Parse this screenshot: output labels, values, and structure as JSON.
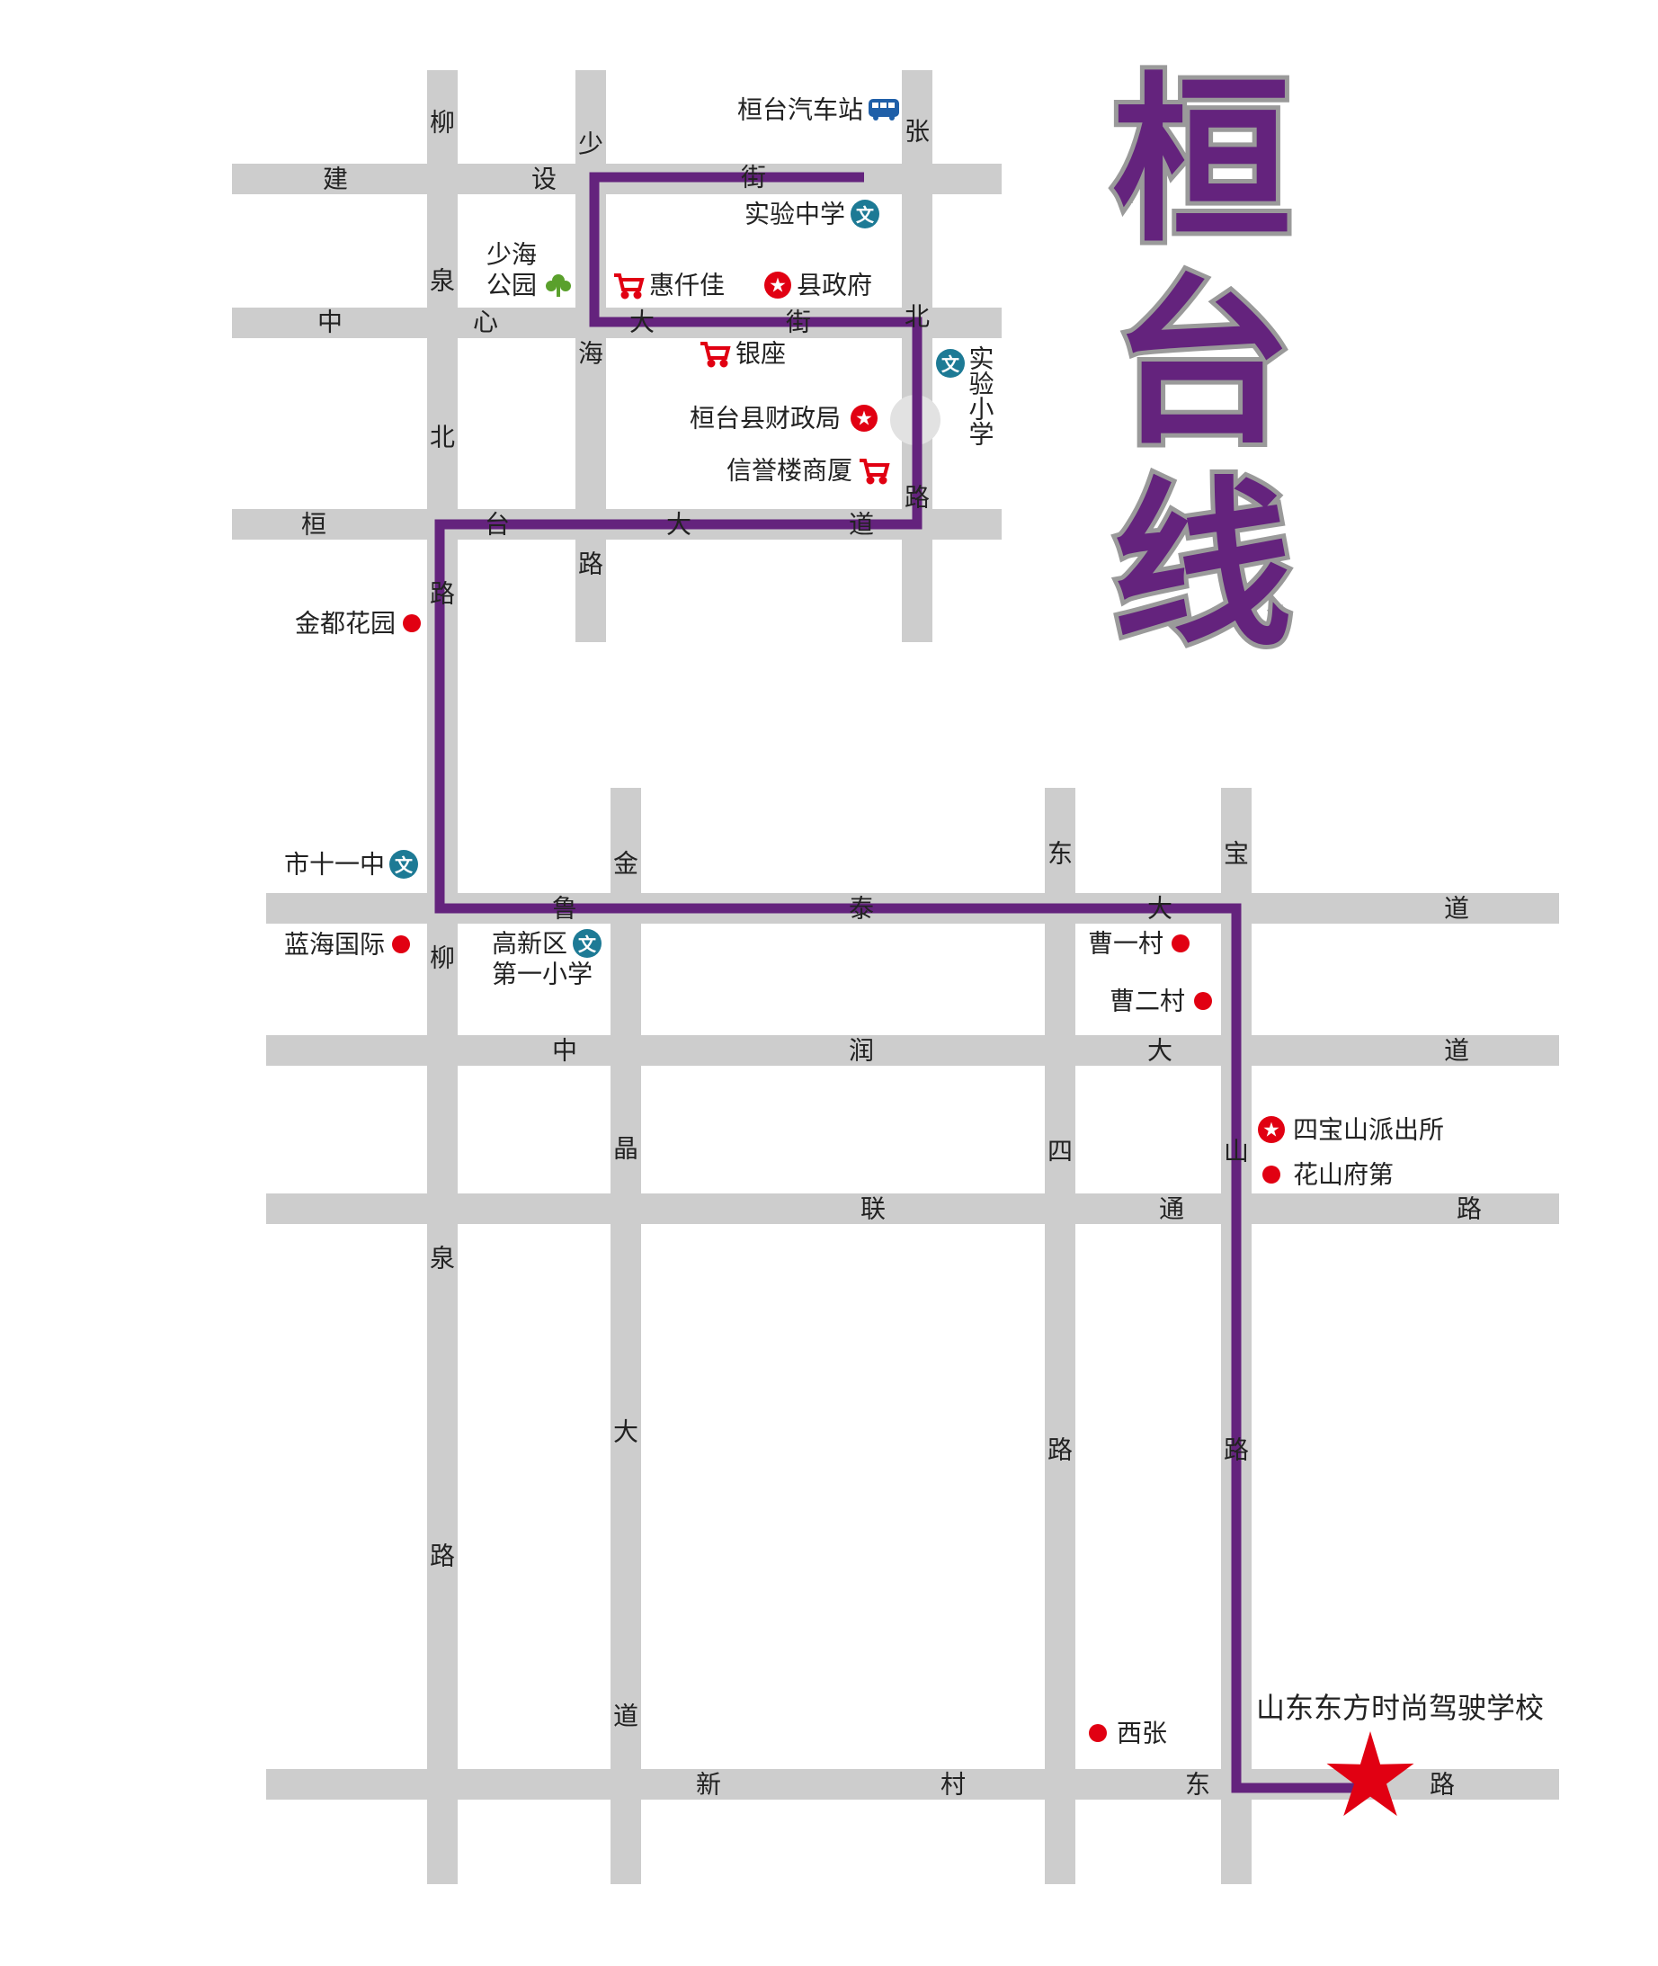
{
  "title_chars": [
    "桓",
    "台",
    "线"
  ],
  "colors": {
    "route": "#64237d",
    "road": "#cdcdcd",
    "poi_red": "#e10012",
    "school_teal": "#1d7a95",
    "park_green": "#5aa02c",
    "bus_blue": "#1f5fa8"
  },
  "roads": {
    "jianshejie": [
      "建",
      "设",
      "街"
    ],
    "zhongxin": [
      "中",
      "心",
      "大",
      "街"
    ],
    "huantai": [
      "桓",
      "台",
      "大",
      "道"
    ],
    "liuquan_north": [
      "柳",
      "泉",
      "北",
      "路"
    ],
    "shaohai": [
      "少",
      "海",
      "路"
    ],
    "zhangbei": [
      "张",
      "北",
      "路"
    ],
    "lutai": [
      "鲁",
      "泰",
      "大",
      "道"
    ],
    "zhongrun": [
      "中",
      "润",
      "大",
      "道"
    ],
    "liantong": [
      "联",
      "通",
      "路"
    ],
    "xincundong": [
      "新",
      "村",
      "东",
      "路"
    ],
    "liuquan": [
      "柳",
      "泉",
      "路"
    ],
    "jinjing": [
      "金",
      "晶",
      "大",
      "道"
    ],
    "dongsi": [
      "东",
      "四",
      "路"
    ],
    "baoshan": [
      "宝",
      "山",
      "路"
    ]
  },
  "pois": {
    "bus_station": {
      "label": "桓台汽车站",
      "icon": "bus-icon"
    },
    "shiyan_middle": {
      "label": "实验中学",
      "icon": "school-icon"
    },
    "shaohai_park": {
      "label_line1": "少海",
      "label_line2": "公园",
      "icon": "tree-icon"
    },
    "huiqianjia": {
      "label": "惠仟佳",
      "icon": "cart-icon"
    },
    "county_gov": {
      "label": "县政府",
      "icon": "gov-star-icon"
    },
    "yinzuo": {
      "label": "银座",
      "icon": "cart-icon"
    },
    "shiyan_primary": {
      "label": "实验小学",
      "icon": "school-icon"
    },
    "finance_bureau": {
      "label": "桓台县财政局",
      "icon": "gov-star-icon"
    },
    "xinyu_mall": {
      "label": "信誉楼商厦",
      "icon": "cart-icon"
    },
    "jindu_garden": {
      "label": "金都花园",
      "icon": "dot-icon"
    },
    "shi11": {
      "label": "市十一中",
      "icon": "school-icon"
    },
    "lanhai": {
      "label": "蓝海国际",
      "icon": "dot-icon"
    },
    "gaoxin_primary": {
      "label_line1": "高新区",
      "label_line2": "第一小学",
      "icon": "school-icon"
    },
    "caoyi": {
      "label": "曹一村",
      "icon": "dot-icon"
    },
    "caoer": {
      "label": "曹二村",
      "icon": "dot-icon"
    },
    "sibaoshan_police": {
      "label": "四宝山派出所",
      "icon": "gov-star-icon"
    },
    "huashan": {
      "label": "花山府第",
      "icon": "dot-icon"
    },
    "xizhang": {
      "label": "西张",
      "icon": "dot-icon"
    },
    "destination": {
      "label": "山东东方时尚驾驶学校",
      "icon": "destination-star-icon"
    }
  },
  "icon_glyphs": {
    "school": "文"
  }
}
